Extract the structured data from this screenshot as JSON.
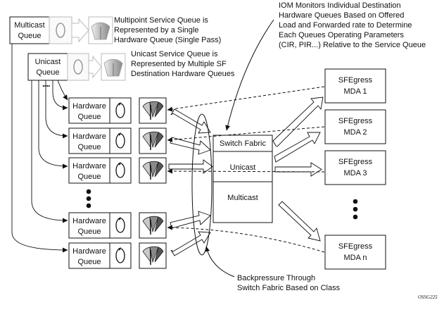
{
  "queues": {
    "multicast_label": [
      "Multicast",
      "Queue"
    ],
    "unicast_label": [
      "Unicast",
      "Queue"
    ],
    "hardware_label": [
      "Hardware",
      "Queue"
    ],
    "ellipsis": "...."
  },
  "annotations": {
    "multipoint": [
      "Multipoint Service Queue is",
      "Represented by a Single",
      "Hardware Queue (Single Pass)"
    ],
    "unicast": [
      "Unicast Service Queue is",
      "Represented by Multiple SF",
      "Destination Hardware Queues"
    ],
    "iom": [
      "IOM Monitors Individual Destination",
      "Hardware Queues Based on Offered",
      "Load and Forwarded rate to Determine",
      "Each Queues Operating Parameters",
      "(CIR, PIR...) Relative to the Service Queue"
    ],
    "backpressure": [
      "Backpressure Through",
      "Switch Fabric Based on Class"
    ]
  },
  "switch_fabric": {
    "title": "Switch Fabric",
    "unicast": "Unicast",
    "multicast": "Multicast"
  },
  "egress": [
    {
      "line1": "SFEgress",
      "line2": "MDA 1"
    },
    {
      "line1": "SFEgress",
      "line2": "MDA 2"
    },
    {
      "line1": "SFEgress",
      "line2": "MDA 3"
    },
    {
      "line1": "SFEgress",
      "line2": "MDA n"
    }
  ],
  "figure_id": "OSSG225",
  "colors": {
    "stroke": "#111111",
    "gauge_dark": "#555555",
    "gauge_mid": "#8a8a8a",
    "gauge_light": "#c8c8c8"
  }
}
